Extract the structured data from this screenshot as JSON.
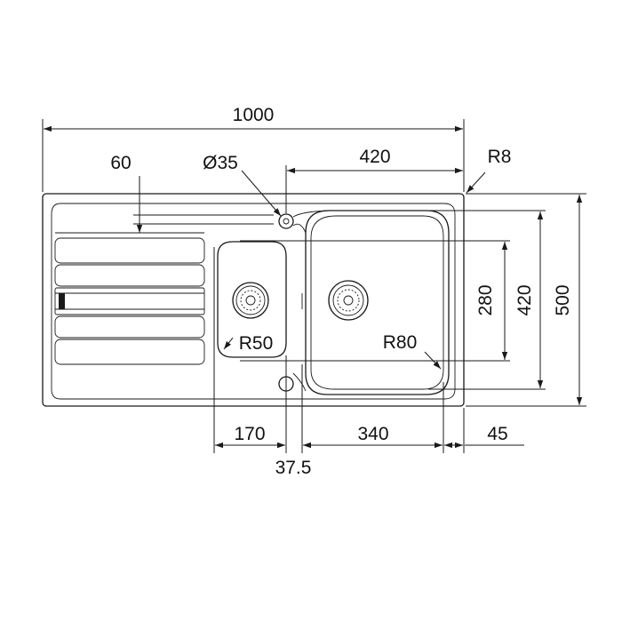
{
  "dimensions": {
    "overall_width": "1000",
    "tap_hole_offset": "60",
    "tap_hole_diameter": "Ø35",
    "main_bowl_width": "420",
    "corner_radius": "R8",
    "overall_depth": "500",
    "main_bowl_depth": "420",
    "small_bowl_depth": "280",
    "small_bowl_radius": "R50",
    "main_bowl_radius": "R80",
    "small_bowl_width": "170",
    "bowl_divider": "37.5",
    "main_bowl_inner_width": "340",
    "right_edge_offset": "45"
  }
}
